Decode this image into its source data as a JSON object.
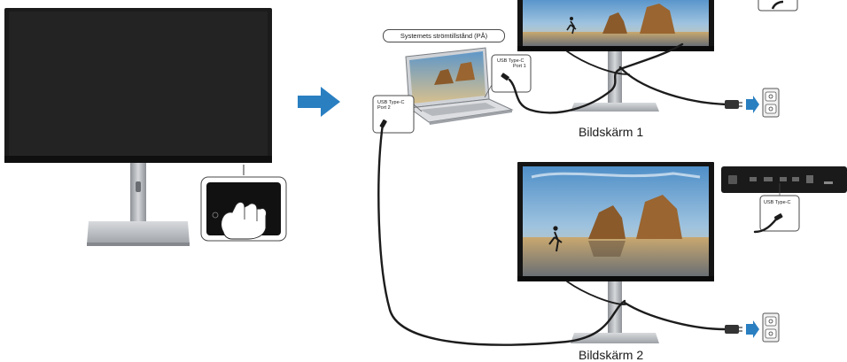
{
  "status_pill": "Systemets strömtillstånd (PÅ)",
  "ports": {
    "laptop_port1_line1": "USB Type-C",
    "laptop_port1_line2": "Port 1",
    "laptop_port2_line1": "USB Type-C",
    "laptop_port2_line2": "Port 2",
    "monitor2_port": "USB Type-C"
  },
  "captions": {
    "monitor1": "Bildskärm 1",
    "monitor2": "Bildskärm 2"
  },
  "colors": {
    "arrow": "#2a7fc1",
    "bezel": "#141414",
    "stand": "#b9bcc1",
    "cable": "#1c1c1c"
  }
}
